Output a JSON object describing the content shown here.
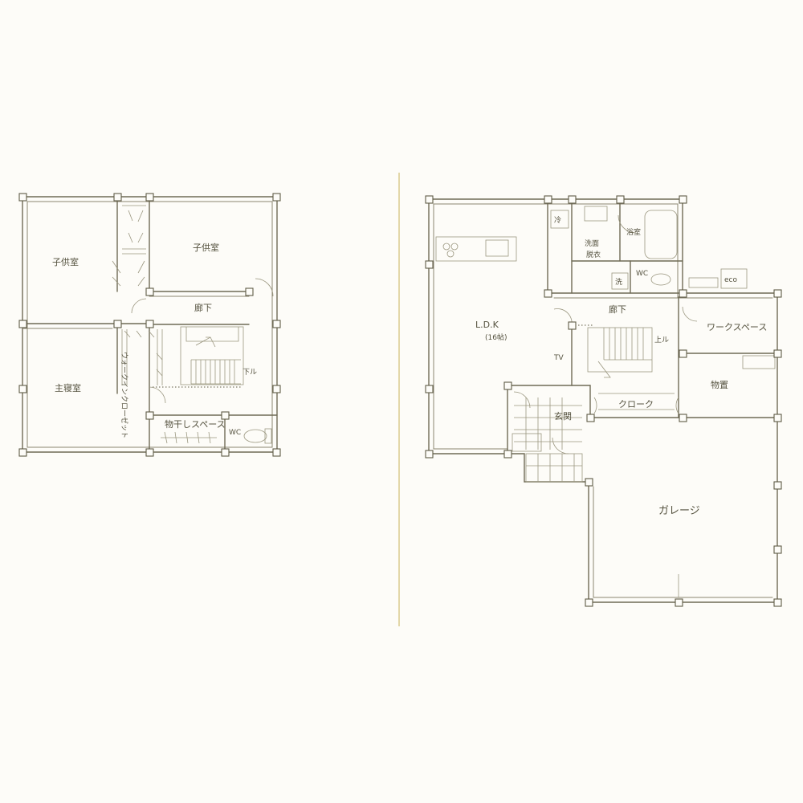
{
  "floor2": {
    "rooms": {
      "child_room_left": "子供室",
      "child_room_right": "子供室",
      "hallway": "廊下",
      "walk_in_closet": "ウォークインクローゼット",
      "master_bedroom": "主寝室",
      "drying_space": "物干しスペース",
      "wc": "WC",
      "stair_down": "下ル"
    }
  },
  "floor1": {
    "rooms": {
      "ldk": "L.D.K",
      "ldk_size": "(16帖)",
      "fridge": "冷",
      "washroom": "洗面",
      "dressing": "脱衣",
      "bath": "浴室",
      "laundry_sink": "洗",
      "wc": "WC",
      "eco": "eco",
      "hallway": "廊下",
      "stair_up": "上ル",
      "work_space": "ワークスペース",
      "tv": "TV",
      "storage": "物置",
      "entrance": "玄関",
      "cloak": "クローク",
      "garage": "ガレージ"
    }
  }
}
